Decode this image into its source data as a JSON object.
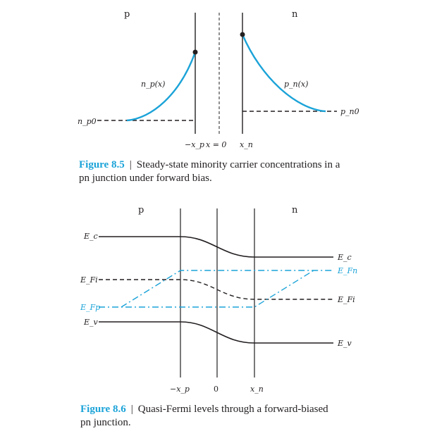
{
  "figure1": {
    "region_p": "p",
    "region_n": "n",
    "curve_left": "n_p(x)",
    "curve_right": "p_n(x)",
    "left_eq": "n_p0",
    "right_eq": "p_n0",
    "axis_labels": [
      "−x_p",
      "x = 0",
      "x_n"
    ],
    "caption_fig": "Figure 8.5",
    "caption_sep": "|",
    "caption_line1": "Steady-state minority carrier concentrations in a",
    "caption_line2": "pn junction under forward bias."
  },
  "figure2": {
    "region_p": "p",
    "region_n": "n",
    "left_labels": [
      "E_c",
      "E_Fi",
      "E_Fp",
      "E_v"
    ],
    "right_labels": [
      "E_c",
      "E_Fn",
      "E_Fi",
      "E_v"
    ],
    "axis_labels": [
      "−x_p",
      "0",
      "x_n"
    ],
    "caption_fig": "Figure 8.6",
    "caption_sep": "|",
    "caption_line1": "Quasi-Fermi levels through a forward-biased",
    "caption_line2": "pn junction."
  },
  "colors": {
    "accent": "#1ba3d8",
    "ink": "#231f20"
  }
}
